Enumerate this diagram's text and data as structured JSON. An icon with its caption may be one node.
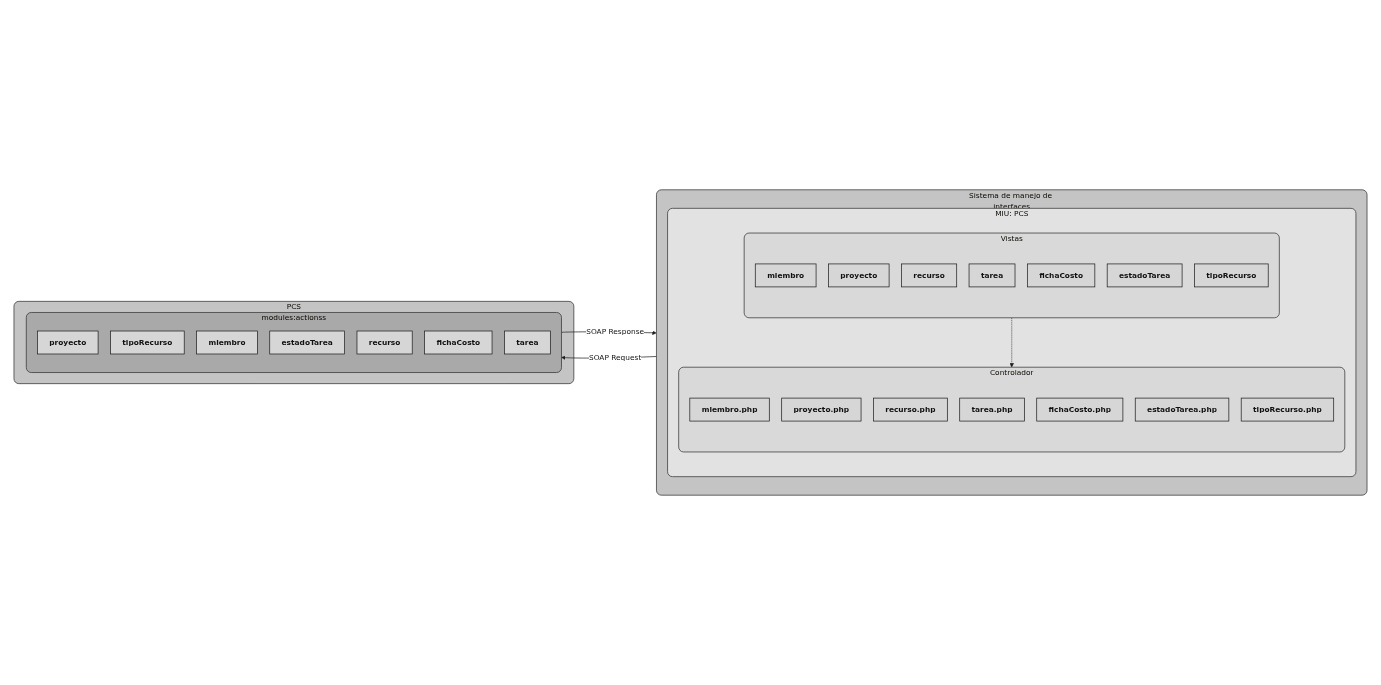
{
  "diagram": {
    "nodes": [
      {
        "text": [
          "Sistema de manejo de interfaces"
        ]
      },
      {
        "text": [
          "MIU: PCS"
        ],
        "in": 0
      },
      {
        "text": [
          "Vistas"
        ],
        "in": 1
      },
      {
        "text": [
          "miembro"
        ],
        "in": 2
      },
      {
        "text": [
          "proyecto"
        ],
        "in": 2
      },
      {
        "text": [
          "recurso"
        ],
        "in": 2
      },
      {
        "text": [
          "tarea"
        ],
        "in": 2
      },
      {
        "text": [
          "fichaCosto"
        ],
        "in": 2
      },
      {
        "text": [
          "estadoTarea"
        ],
        "in": 2
      },
      {
        "text": [
          "tipoRecurso"
        ],
        "in": 2
      },
      {
        "text": [
          "Controlador"
        ],
        "in": 1
      },
      {
        "text": [
          "miembro.php"
        ],
        "in": 10
      },
      {
        "text": [
          "proyecto.php"
        ],
        "in": 10
      },
      {
        "text": [
          "recurso.php"
        ],
        "in": 10
      },
      {
        "text": [
          "tarea.php"
        ],
        "in": 10
      },
      {
        "text": [
          "fichaCosto.php"
        ],
        "in": 10
      },
      {
        "text": [
          "estadoTarea.php"
        ],
        "in": 10
      },
      {
        "text": [
          "tipoRecurso.php"
        ],
        "in": 10
      },
      {
        "text": [
          "PCS"
        ]
      },
      {
        "text": [
          "modules:actionss"
        ],
        "in": 18
      },
      {
        "text": [
          "proyecto"
        ],
        "in": 19
      },
      {
        "text": [
          "tipoRecurso"
        ],
        "in": 19
      },
      {
        "text": [
          "miembro"
        ],
        "in": 19
      },
      {
        "text": [
          "estadoTarea"
        ],
        "in": 19
      },
      {
        "text": [
          "recurso"
        ],
        "in": 19
      },
      {
        "text": [
          "fichaCosto"
        ],
        "in": 19
      },
      {
        "text": [
          "tarea"
        ],
        "in": 19
      }
    ],
    "edges": [
      {
        "from": 2,
        "to": 10,
        "arrow": "to",
        "style": "dashed"
      },
      {
        "from": 0,
        "to": 19,
        "arrow": "to",
        "label": "SOAP Request"
      },
      {
        "from": 19,
        "to": 0,
        "arrow": "to",
        "label": "SOAP Response"
      }
    ]
  }
}
